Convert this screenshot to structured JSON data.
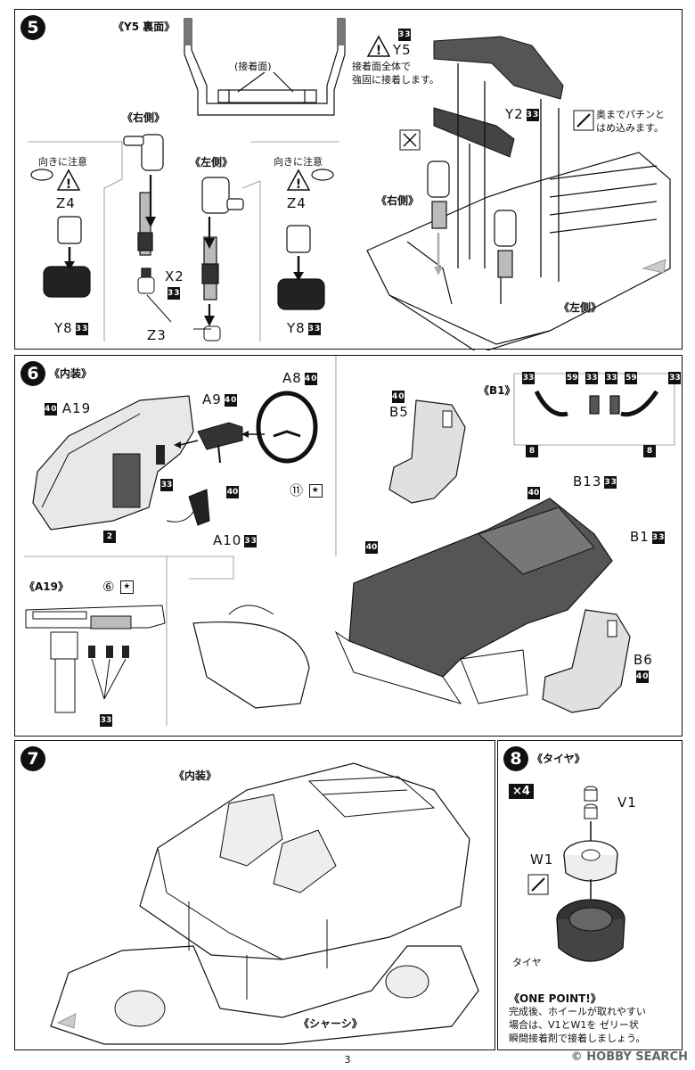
{
  "page_number": "3",
  "watermark": "© HOBBY SEARCH",
  "step5": {
    "number": "5",
    "y5_back": "《Y5 裏面》",
    "bond_surface": "(接着面)",
    "right_side": "《右側》",
    "left_side": "《左側》",
    "orientation_note_left": "向きに注意",
    "orientation_note_right": "向きに注意",
    "z4_left": "Z4",
    "z4_right": "Z4",
    "y8_left": "Y8",
    "y8_right": "Y8",
    "x2": "X2",
    "z3": "Z3",
    "y5": "Y5",
    "y5_note_line1": "接着面全体で",
    "y5_note_line2": "強固に接着します。",
    "y2": "Y2",
    "snap_note_line1": "奥までパチンと",
    "snap_note_line2": "はめ込みます。",
    "right_side_assembly": "《右側》",
    "left_side_assembly": "《左側》",
    "color_code": "33"
  },
  "step6": {
    "number": "6",
    "title": "《内装》",
    "a19": "A19",
    "a9": "A9",
    "a8": "A8",
    "a10": "A10",
    "code_40": "40",
    "code_33": "33",
    "code_2": "2",
    "code_11": "⑪",
    "code_6": "⑥",
    "a19_detail": "《A19》",
    "b1_detail": "《B1》",
    "code_59": "59",
    "code_8": "8",
    "b5": "B5",
    "b13": "B13",
    "b1": "B1",
    "b6": "B6"
  },
  "step7": {
    "number": "7",
    "interior": "《内装》",
    "chassis": "《シャーシ》"
  },
  "step8": {
    "number": "8",
    "title": "《タイヤ》",
    "multiplier": "×4",
    "v1": "V1",
    "w1": "W1",
    "tire": "タイヤ",
    "one_point_title": "《ONE POINT!》",
    "one_point_line1": "完成後、ホイールが取れやすい",
    "one_point_line2": "場合は、V1とW1を ゼリー状",
    "one_point_line3": "瞬間接着剤で接着しましょう。"
  }
}
